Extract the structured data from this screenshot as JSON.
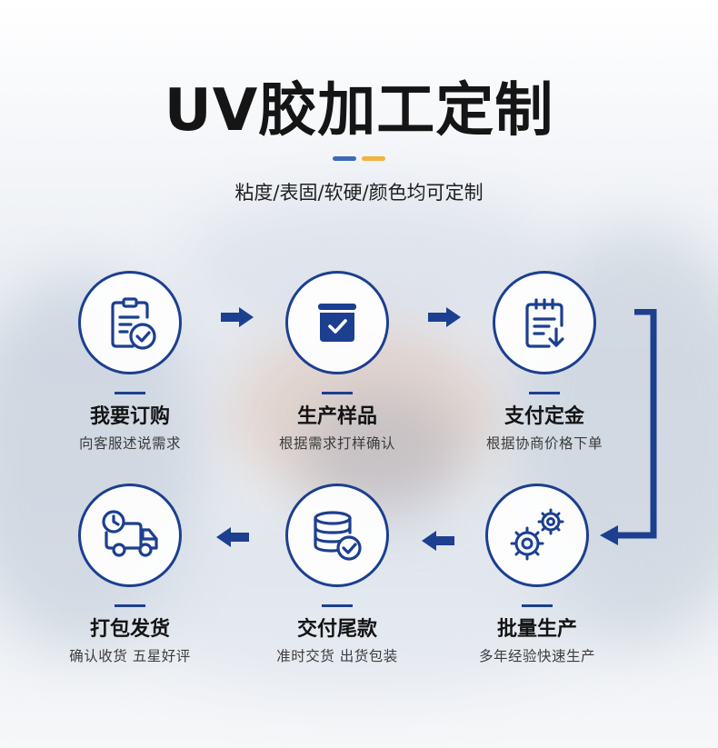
{
  "header": {
    "title": "UV胶加工定制",
    "subtitle": "粘度/表固/软硬/颜色均可定制",
    "accent_colors": [
      "#3b6bb6",
      "#f2b33d"
    ]
  },
  "theme": {
    "primary": "#1c3f8f"
  },
  "steps": [
    {
      "title": "我要订购",
      "desc": "向客服述说需求",
      "icon": "clipboard-check-icon"
    },
    {
      "title": "生产样品",
      "desc": "根据需求打样确认",
      "icon": "box-check-icon"
    },
    {
      "title": "支付定金",
      "desc": "根据协商价格下单",
      "icon": "document-download-icon"
    },
    {
      "title": "批量生产",
      "desc": "多年经验快速生产",
      "icon": "gears-icon"
    },
    {
      "title": "交付尾款",
      "desc": "准时交货 出货包装",
      "icon": "database-check-icon"
    },
    {
      "title": "打包发货",
      "desc": "确认收货 五星好评",
      "icon": "delivery-truck-clock-icon"
    }
  ]
}
